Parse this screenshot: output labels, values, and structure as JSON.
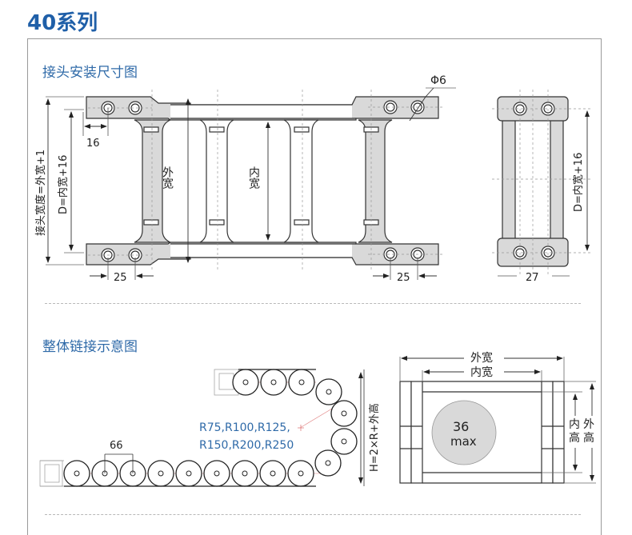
{
  "header": {
    "series_title": "40系列"
  },
  "sections": [
    {
      "title": "接头安装尺寸图"
    },
    {
      "title": "整体链接示意图"
    }
  ],
  "mounting_diagram": {
    "left_vertical_label": "接头宽度=外宽+1",
    "left_d_label": "D=内宽+16",
    "dim_16": "16",
    "dim_25_left": "25",
    "dim_25_right": "25",
    "outer_width_label": "外宽",
    "inner_width_label": "内宽",
    "hole_diameter": "Φ6",
    "side_d_label": "D=内宽+16",
    "dim_27": "27"
  },
  "chain_diagram": {
    "pitch": "66",
    "radius_line1": "R75,R100,R125,",
    "radius_line2": "R150,R200,R250",
    "height_formula": "H=2×R+外高"
  },
  "cross_section": {
    "outer_width": "外宽",
    "inner_width": "内宽",
    "max_value": "36",
    "max_unit": "max",
    "inner_height_1": "内",
    "inner_height_2": "高",
    "outer_height_1": "外",
    "outer_height_2": "高",
    "circle_color": "#d9d9d9"
  },
  "colors": {
    "accent": "#1f5fa8",
    "section_title": "#2f6aa8",
    "part_fill": "#d9d9d9",
    "centerline": "#e08080"
  }
}
